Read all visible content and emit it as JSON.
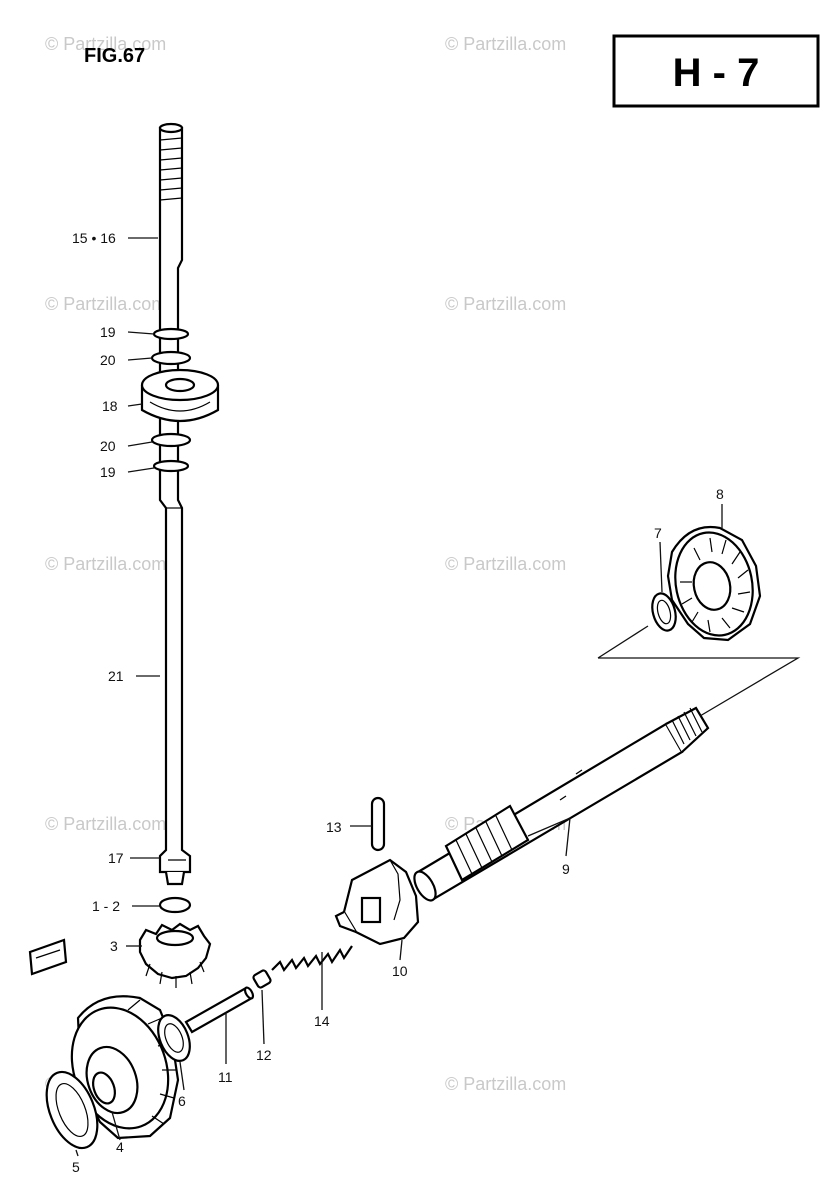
{
  "figure_label": "FIG.67",
  "section_code": "H - 7",
  "watermark": "© Partzilla.com",
  "callouts": {
    "c15_16": "15 • 16",
    "c19a": "19",
    "c20a": "20",
    "c18": "18",
    "c20b": "20",
    "c19b": "19",
    "c21": "21",
    "c17": "17",
    "c1_2": "1 - 2",
    "c3": "3",
    "c4": "4",
    "c5": "5",
    "c6": "6",
    "c7": "7",
    "c8": "8",
    "c9": "9",
    "c10": "10",
    "c11": "11",
    "c12": "12",
    "c13": "13",
    "c14": "14"
  }
}
